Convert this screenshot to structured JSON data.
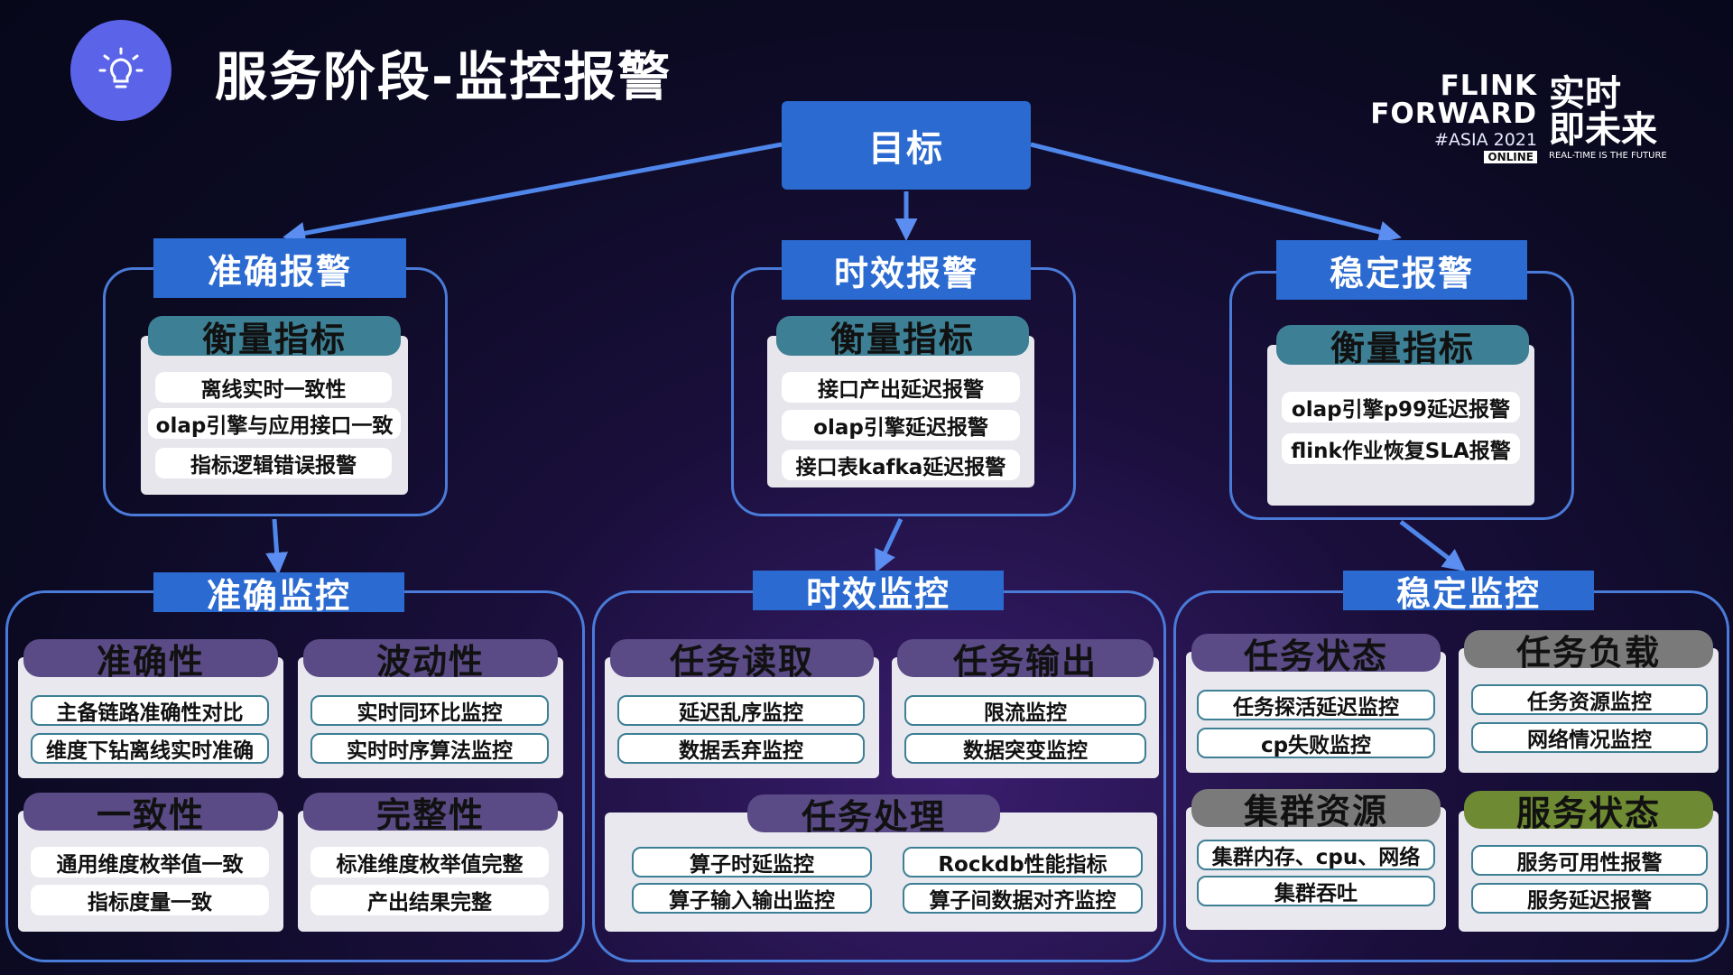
{
  "title": "服务阶段-监控报警",
  "logo": {
    "line1": "FLINK",
    "line2": "FORWARD",
    "line3": "#ASIA 2021",
    "line4": "ONLINE",
    "cn1": "实时",
    "cn2": "即未来",
    "tagline": "REAL-TIME IS THE FUTURE"
  },
  "goal": "目标",
  "alerts": [
    {
      "title": "准确报警",
      "metric_title": "衡量指标",
      "items": [
        "离线实时一致性",
        "olap引擎与应用接口一致",
        "指标逻辑错误报警"
      ]
    },
    {
      "title": "时效报警",
      "metric_title": "衡量指标",
      "items": [
        "接口产出延迟报警",
        "olap引擎延迟报警",
        "接口表kafka延迟报警"
      ]
    },
    {
      "title": "稳定报警",
      "metric_title": "衡量指标",
      "items": [
        "olap引擎p99延迟报警",
        "flink作业恢复SLA报警"
      ]
    }
  ],
  "monitors": {
    "accuracy": {
      "title": "准确监控",
      "cards": [
        {
          "title": "准确性",
          "items": [
            "主备链路准确性对比",
            "维度下钻离线实时准确"
          ]
        },
        {
          "title": "波动性",
          "items": [
            "实时同环比监控",
            "实时时序算法监控"
          ]
        },
        {
          "title": "一致性",
          "items": [
            "通用维度枚举值一致",
            "指标度量一致"
          ]
        },
        {
          "title": "完整性",
          "items": [
            "标准维度枚举值完整",
            "产出结果完整"
          ]
        }
      ]
    },
    "timeliness": {
      "title": "时效监控",
      "cards": [
        {
          "title": "任务读取",
          "items": [
            "延迟乱序监控",
            "数据丢弃监控"
          ]
        },
        {
          "title": "任务输出",
          "items": [
            "限流监控",
            "数据突变监控"
          ]
        },
        {
          "title": "任务处理",
          "items": [
            "算子时延监控",
            "Rockdb性能指标",
            "算子输入输出监控",
            "算子间数据对齐监控"
          ]
        }
      ]
    },
    "stability": {
      "title": "稳定监控",
      "cards": [
        {
          "title": "任务状态",
          "items": [
            "任务探活延迟监控",
            "cp失败监控"
          ]
        },
        {
          "title": "任务负载",
          "items": [
            "任务资源监控",
            "网络情况监控"
          ]
        },
        {
          "title": "集群资源",
          "items": [
            "集群内存、cpu、网络",
            "集群吞吐"
          ]
        },
        {
          "title": "服务状态",
          "items": [
            "服务可用性报警",
            "服务延迟报警"
          ]
        }
      ]
    }
  }
}
